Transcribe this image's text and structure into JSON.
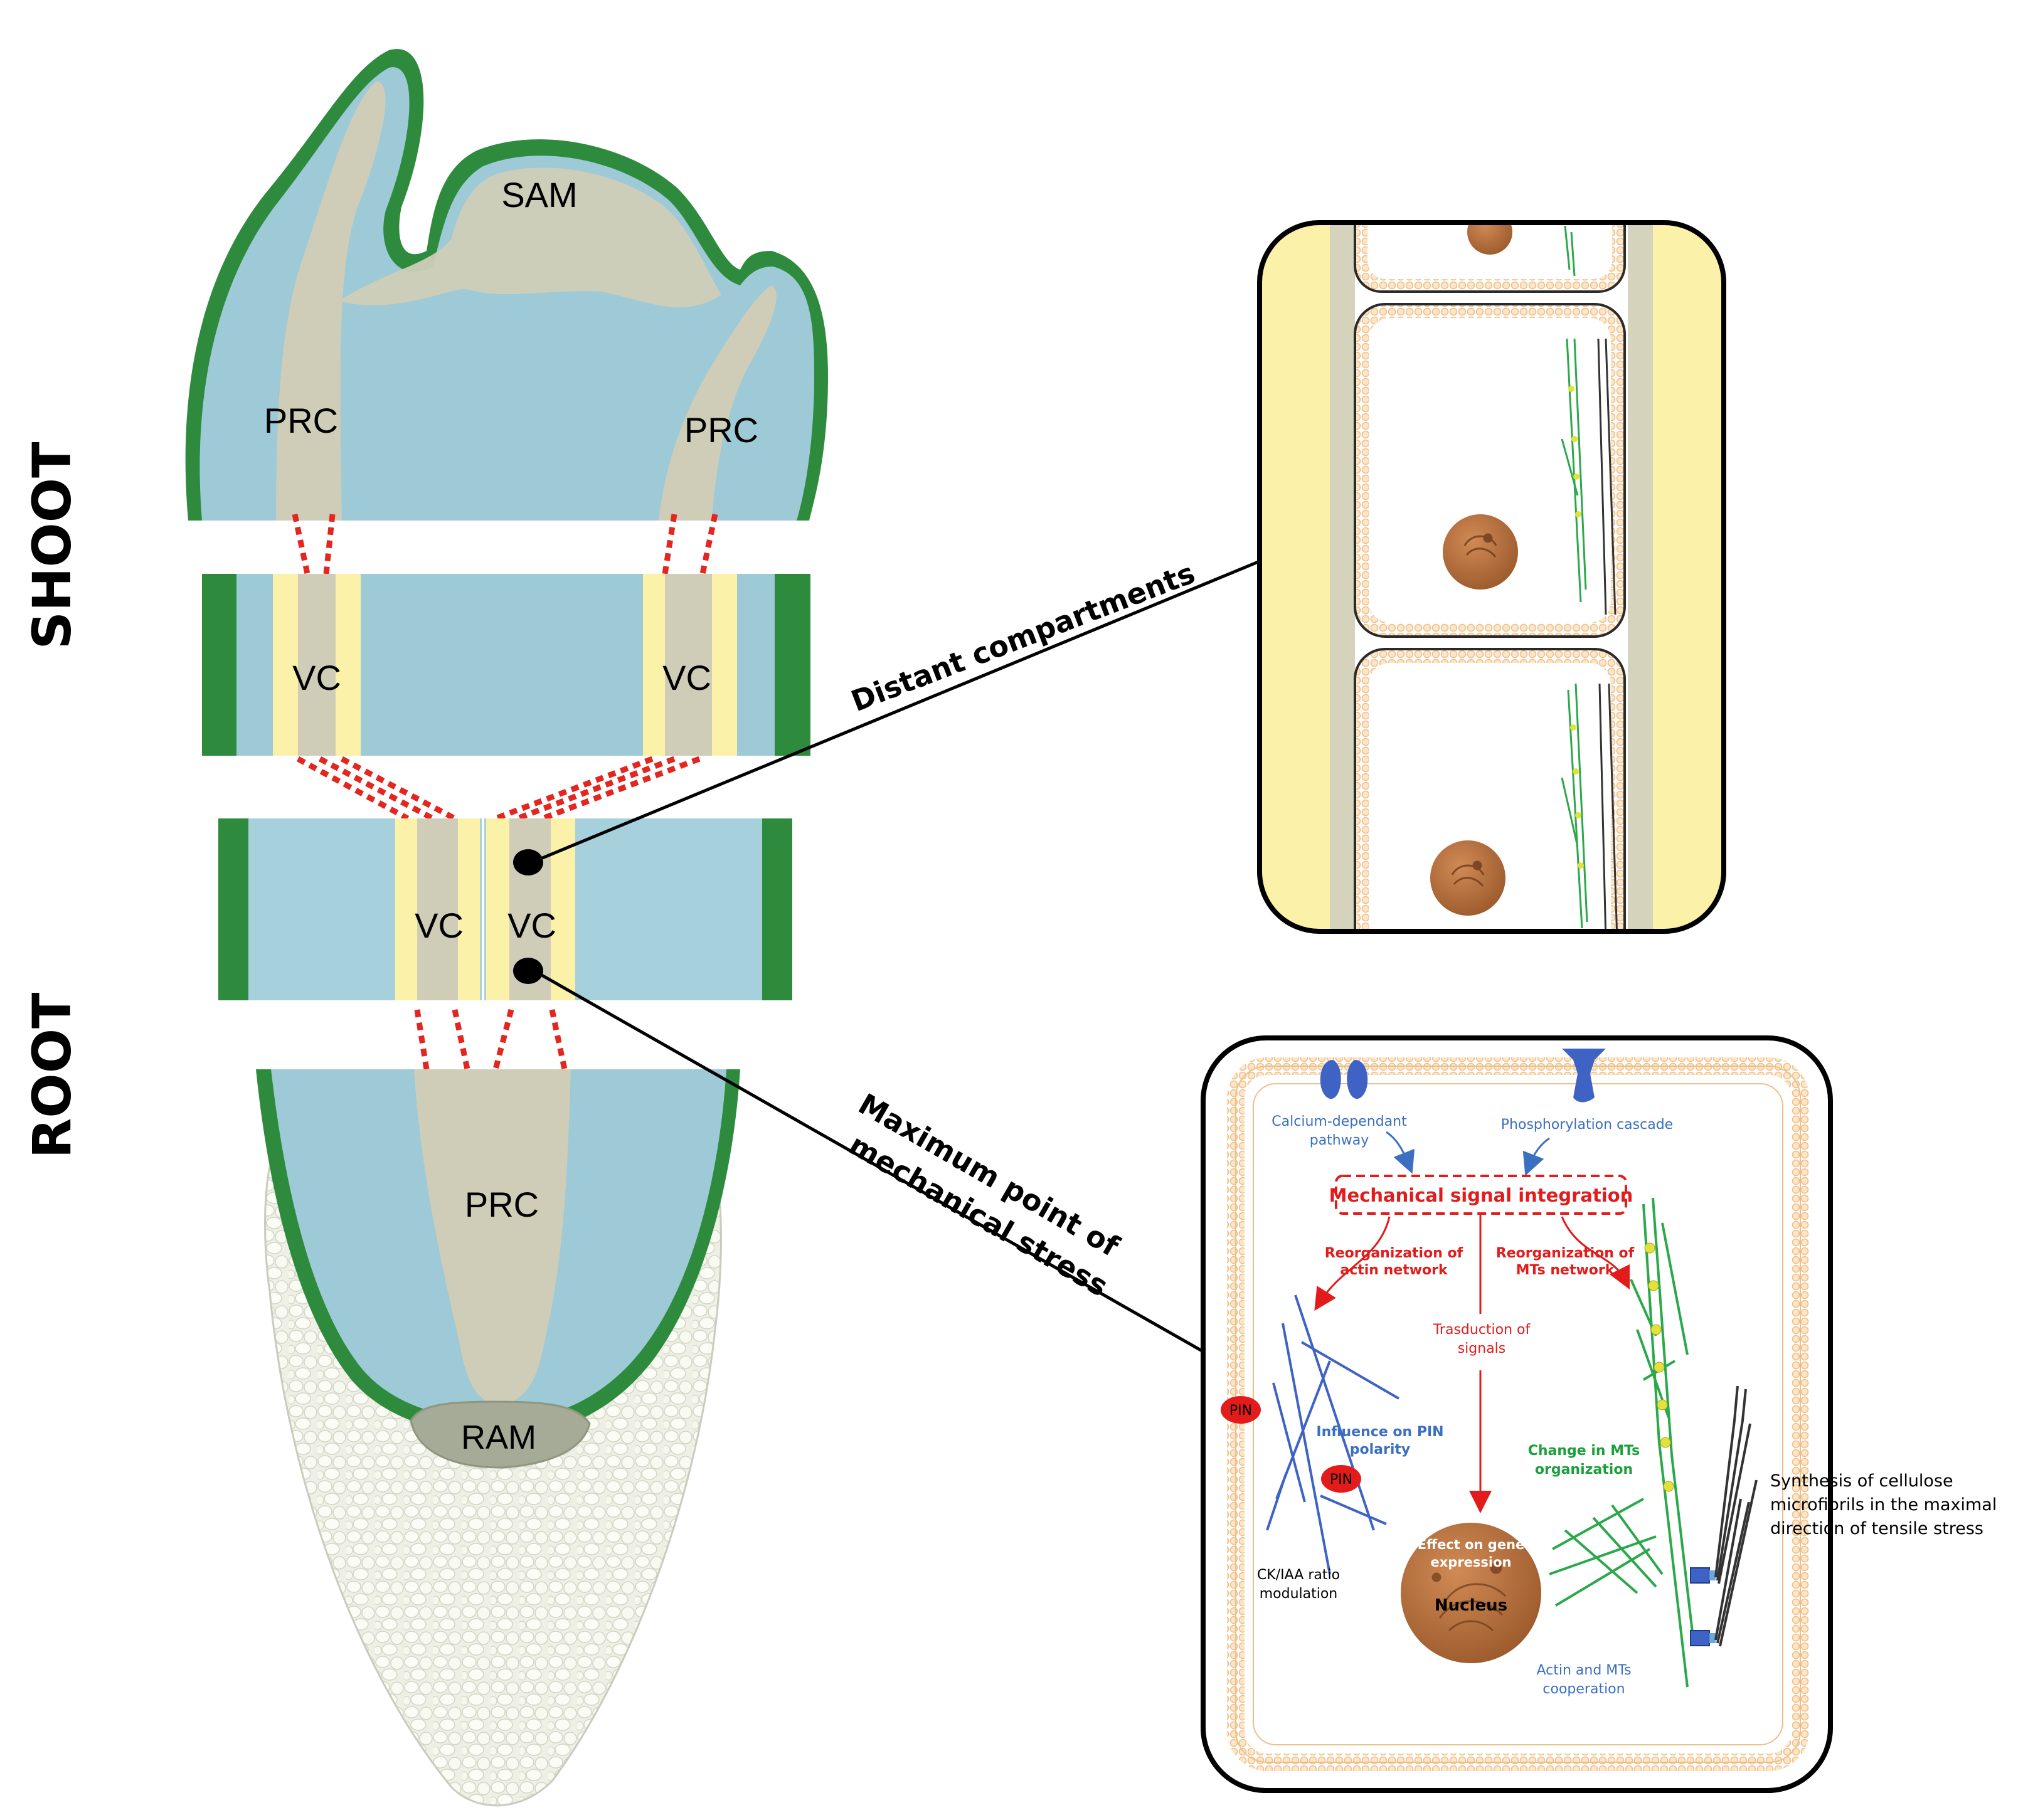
{
  "colors": {
    "epidermis": "#2e8b3e",
    "epidermis_dark": "#1f6b2e",
    "tissue": "#9dcad6",
    "tissue_light": "#b6d9e3",
    "procambium": "#cfcdb8",
    "vascular_yellow": "#fbf1a8",
    "cap": "#e9ebdf",
    "cap_cells": "#f6f7f0",
    "dotted_red": "#e3261f",
    "nucleus": "#b06b3c",
    "membrane": "#f4c896",
    "microtubule": "#2aa84a",
    "actin": "#3e63c4",
    "text_red": "#e31b1b",
    "text_blue": "#3b6fc1",
    "text_green": "#1aa03a"
  },
  "side_labels": {
    "shoot": "SHOOT",
    "root": "ROOT"
  },
  "tissue_labels": {
    "sam": "SAM",
    "prc_left": "PRC",
    "prc_right": "PRC",
    "vc_shoot_left": "VC",
    "vc_shoot_right": "VC",
    "vc_root_left": "VC",
    "vc_root_right": "VC",
    "prc_root": "PRC",
    "ram": "RAM"
  },
  "callouts": {
    "distant": "Distant compartments",
    "max_stress_line1": "Maximum point of",
    "max_stress_line2": "mechanical stress"
  },
  "cell_panel": {
    "calcium_line1": "Calcium-dependant",
    "calcium_line2": "pathway",
    "phospho": "Phosphorylation cascade",
    "integration": "Mechanical signal integration",
    "reorg_actin_line1": "Reorganization of",
    "reorg_actin_line2": "actin network",
    "reorg_mt_line1": "Reorganization of",
    "reorg_mt_line2": "MTs network",
    "transduction_line1": "Trasduction of",
    "transduction_line2": "signals",
    "pin": "PIN",
    "pin_influence_line1": "Influence on PIN",
    "pin_influence_line2": "polarity",
    "mt_change_line1": "Change in MTs",
    "mt_change_line2": "organization",
    "gene_line1": "Effect on gene",
    "gene_line2": "expression",
    "nucleus": "Nucleus",
    "ck_line1": "CK/IAA ratio",
    "ck_line2": "modulation",
    "cooperation_line1": "Actin and MTs",
    "cooperation_line2": "cooperation",
    "cellulose_line1": "Synthesis of cellulose",
    "cellulose_line2": "microfibrils in the maximal",
    "cellulose_line3": "direction of tensile stress"
  }
}
